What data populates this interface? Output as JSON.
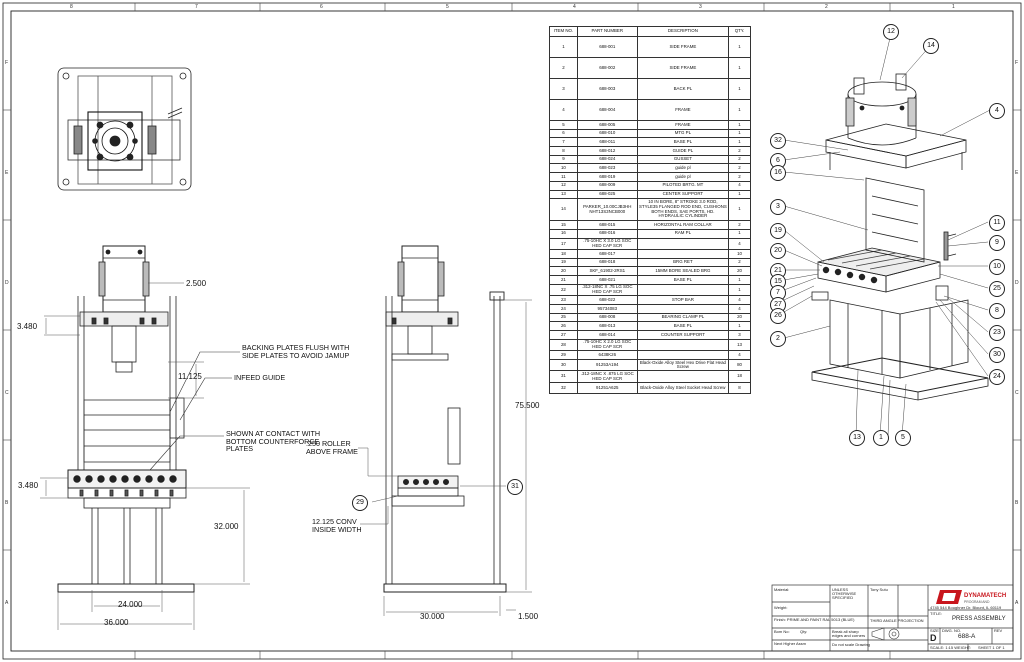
{
  "bom": {
    "headers": [
      "ITEM NO.",
      "PART NUMBER",
      "DESCRIPTION",
      "QTY."
    ],
    "rows": [
      [
        "1",
        "688-001",
        "SIDE FRAME",
        "1"
      ],
      [
        "2",
        "688-002",
        "SIDE FRAME",
        "1"
      ],
      [
        "3",
        "688-003",
        "BACK PL",
        "1"
      ],
      [
        "4",
        "688-004",
        "FRAME",
        "1"
      ],
      [
        "5",
        "688-005",
        "FRAME",
        "1"
      ],
      [
        "6",
        "688-010",
        "MTG PL",
        "1"
      ],
      [
        "7",
        "688-011",
        "BASE PL",
        "1"
      ],
      [
        "8",
        "688-012",
        "GUIDE PL",
        "2"
      ],
      [
        "9",
        "688-024",
        "GUSSET",
        "2"
      ],
      [
        "10",
        "688-023",
        "guide pl",
        "2"
      ],
      [
        "11",
        "688-019",
        "guide pl",
        "2"
      ],
      [
        "12",
        "688-009",
        "PILOTED BRTG. MT",
        "4"
      ],
      [
        "13",
        "688-025",
        "CENTER SUPPORT",
        "1"
      ],
      [
        "14",
        "PARKER_10.00CJB3HH NHT13S3NCB000",
        "10 IN BORE, 8\" STROKE 3.0 ROD, STYLE35 FLANGED ROD END, CUSHIONS BOTH ENDS, SAE PORTS, HD. HYDRAULIC CYLINDER",
        "1"
      ],
      [
        "15",
        "688-015",
        "HORIZONTAL RAM COLLAR",
        "2"
      ],
      [
        "16",
        "688-016",
        "RAM PL",
        "1"
      ],
      [
        "17",
        ".75-10HC X 3.0 LG SOC HED CAP SCR",
        "",
        "4"
      ],
      [
        "18",
        "688-017",
        "",
        "10"
      ],
      [
        "19",
        "688-018",
        "BRG RET",
        "2"
      ],
      [
        "20",
        "SKF_61902-2RS1",
        "15MM BORE SEALED BRG",
        "20"
      ],
      [
        "21",
        "688-021",
        "BASE PL",
        "1"
      ],
      [
        "22",
        ".312-18NC X .75 LG SOC HED CAP SCR",
        "",
        "1"
      ],
      [
        "23",
        "688-022",
        "STOP BAR",
        "4"
      ],
      [
        "24",
        "95734083",
        "",
        "4"
      ],
      [
        "25",
        "688-008",
        "BEARING CLAMP PL",
        "20"
      ],
      [
        "26",
        "688-013",
        "BASE PL",
        "1"
      ],
      [
        "27",
        "688-014",
        "COUNTER SUPPORT",
        "3"
      ],
      [
        "28",
        ".75-10HC X 2.0 LG SOC HED CAP SCR",
        "",
        "13"
      ],
      [
        "29",
        "6438K26",
        "",
        "4"
      ],
      [
        "30",
        "91253A194",
        "Black-Oxide Alloy Steel Hex Drive Flat Head Screw",
        "80"
      ],
      [
        "31",
        ".312-18NC X .875 LG SOC HED CAP SCR",
        "",
        "18"
      ],
      [
        "32",
        "91251A625",
        "Black-Oxide Alloy Steel Socket Head Screw",
        "8"
      ]
    ]
  },
  "dimensions": {
    "top_offset": "2.500",
    "left_upper": "3.480",
    "height_mid": "11.125",
    "left_lower": "3.480",
    "height_lower": "32.000",
    "width_inner": "24.000",
    "width_overall": "36.000",
    "side_height": "75.500",
    "side_depth": "30.000",
    "side_offset": "1.500",
    "conv_width": "12.125 CONV INSIDE WIDTH",
    "roller": ".250 ROLLER ABOVE FRAME"
  },
  "notes": {
    "backing": "BACKING PLATES FLUSH WITH SIDE PLATES TO AVOID JAMUP",
    "infeed": "INFEED GUIDE",
    "contact": "SHOWN AT CONTACT WITH BOTTOM COUNTERFORCE PLATES"
  },
  "side_balloons": [
    "29",
    "31"
  ],
  "iso_balloons": [
    "12",
    "14",
    "4",
    "32",
    "6",
    "16",
    "3",
    "19",
    "20",
    "21",
    "15",
    "7",
    "27",
    "26",
    "2",
    "11",
    "9",
    "10",
    "25",
    "8",
    "23",
    "30",
    "24",
    "13",
    "1",
    "5"
  ],
  "title_block": {
    "company": "DYNAMATECH",
    "company_sub": "PROGRAM AND",
    "address": "4745 544 Boughner Dr. Blount, IL 60119",
    "title_label": "TITLE:",
    "title": "PRESS ASSEMBLY",
    "size_label": "SIZE",
    "size": "D",
    "dwg_label": "DWG. NO.",
    "dwg_no": "688-A",
    "rev_label": "REV",
    "scale": "SCALE: 1:15  WEIGHT:",
    "sheet": "SHEET 1 OF 1",
    "drawn_by": "Tony Sutu",
    "material_label": "Material:",
    "weight_label": "Weight:",
    "finish_label": "Finish:",
    "finish_text": "PRIME AND PAINT RAL 5013 (BLUE)",
    "next_assy": "Next Higher Assm",
    "bom_label": "Bom No:",
    "qty_label": "Qty:",
    "tolerance": "UNLESS OTHERWISE SPECIFIED",
    "break_note": "Break all sharp edges and corners",
    "scale_note": "Do not scale Drawing",
    "third_angle": "THIRD ANGLE PROJECTION"
  },
  "zones": {
    "top": [
      "8",
      "7",
      "6",
      "5",
      "4",
      "3",
      "2",
      "1"
    ],
    "side": [
      "F",
      "E",
      "D",
      "C",
      "B",
      "A"
    ]
  }
}
